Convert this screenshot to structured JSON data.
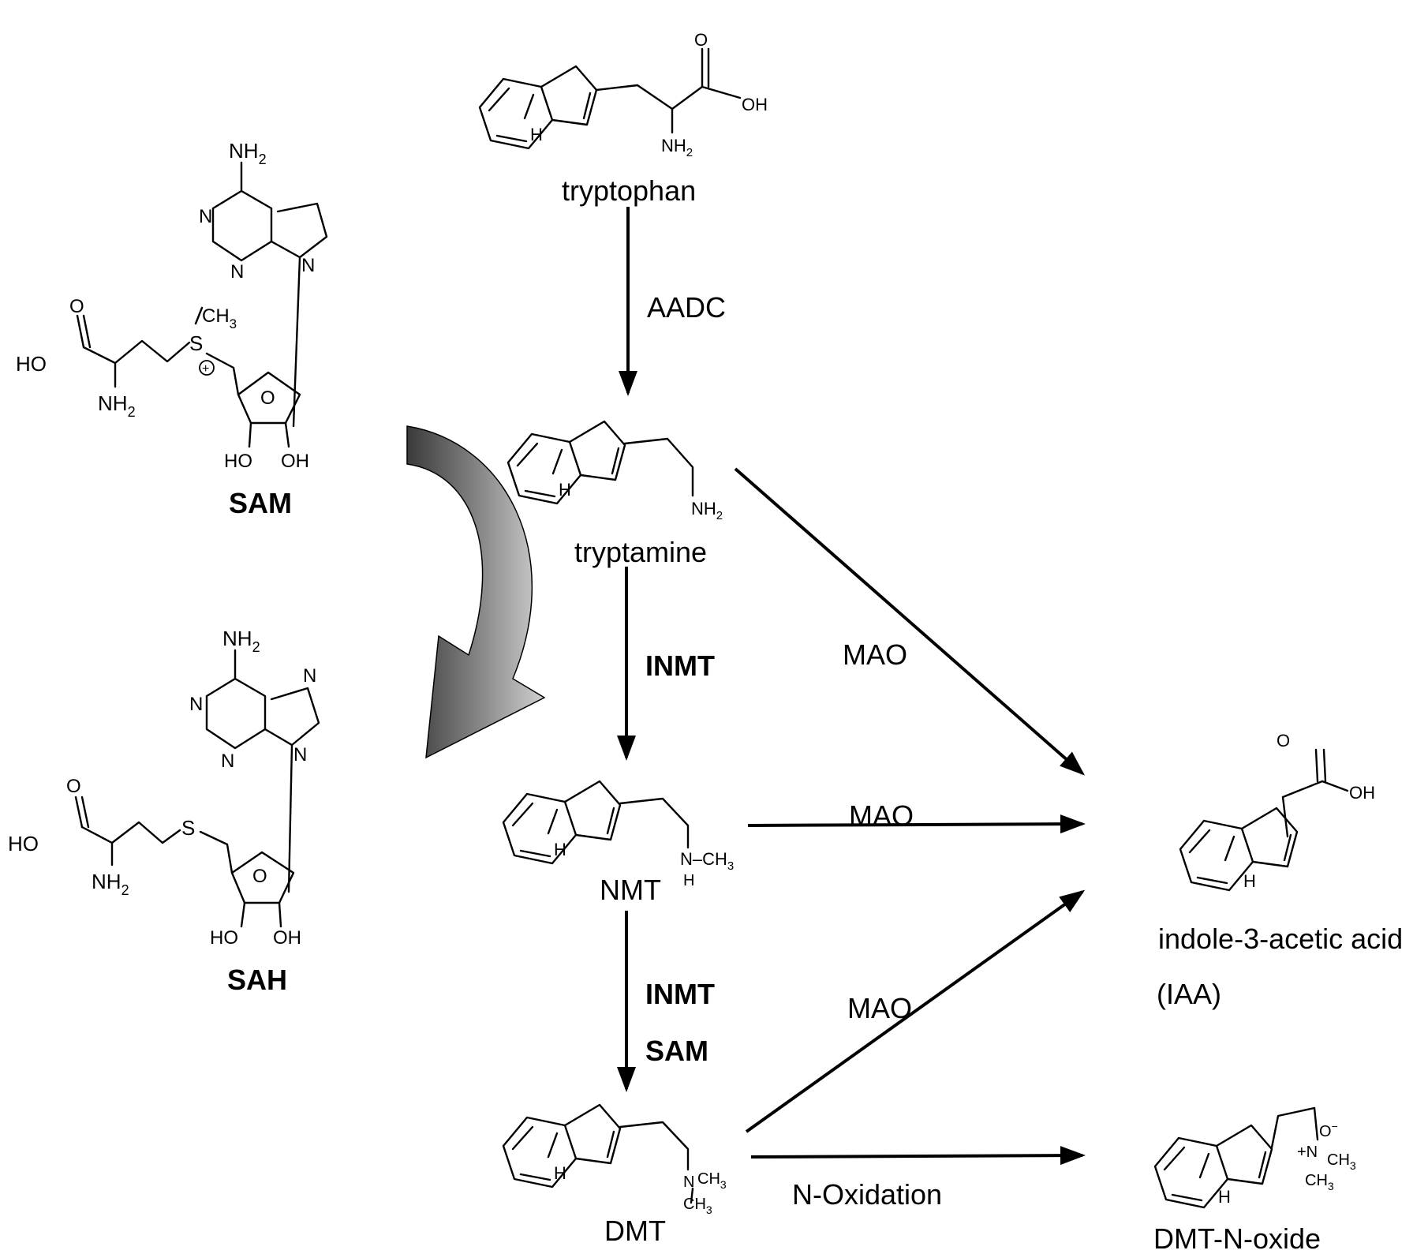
{
  "compounds": {
    "tryptophan": "tryptophan",
    "tryptamine": "tryptamine",
    "nmt": "NMT",
    "dmt": "DMT",
    "iaa_name": "indole-3-acetic acid",
    "iaa_abbrev": "(IAA)",
    "dmt_n_oxide": "DMT-N-oxide",
    "sam": "SAM",
    "sah": "SAH"
  },
  "enzymes": {
    "aadc": "AADC",
    "inmt_1": "INMT",
    "inmt_2": "INMT",
    "sam_cofactor": "SAM",
    "mao_1": "MAO",
    "mao_2": "MAO",
    "mao_3": "MAO",
    "n_oxidation": "N-Oxidation"
  },
  "atom_labels": {
    "h": "H",
    "n": "N",
    "o": "O",
    "s": "S",
    "oh": "OH",
    "ho": "HO",
    "nh2": "NH",
    "sub2": "2",
    "ch3": "CH",
    "sub3": "3",
    "n_ch3": "N–CH",
    "plus_n": "+N",
    "o_minus": "O",
    "minus": "−",
    "plus_circle": "+"
  },
  "colors": {
    "line": "#000000",
    "curved_arrow_dark": "#3a3a3a",
    "curved_arrow_light": "#bdbdbd"
  }
}
